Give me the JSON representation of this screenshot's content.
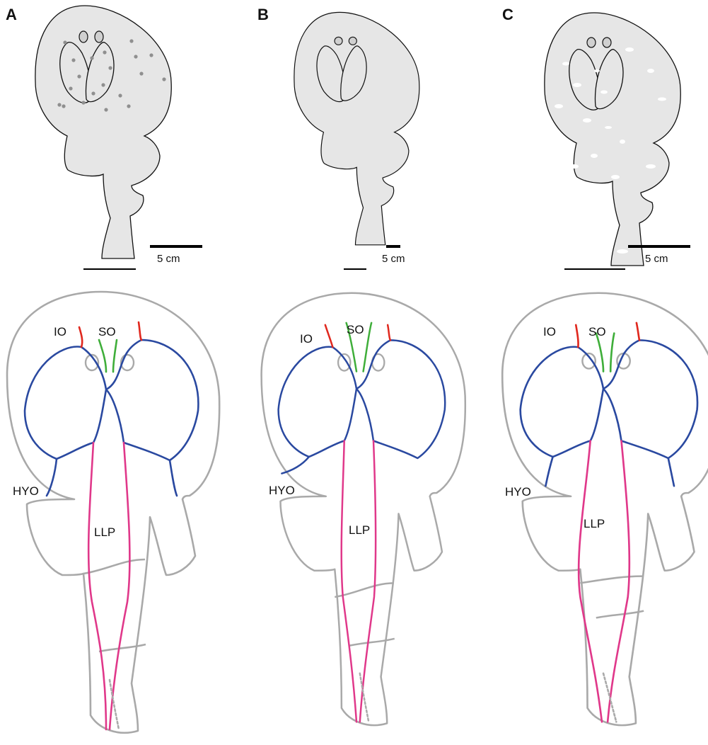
{
  "figure": {
    "panels": [
      {
        "letter": "A",
        "scale_label": "5 cm",
        "spots": "dots"
      },
      {
        "letter": "B",
        "scale_label": "5 cm",
        "spots": "none"
      },
      {
        "letter": "C",
        "scale_label": "5 cm",
        "spots": "white-marbling"
      }
    ],
    "canal_labels": {
      "infraorbital": "IO",
      "supraorbital": "SO",
      "hyomandibular": "HYO",
      "posterior_lateral_line": "LLP"
    },
    "colors": {
      "infraorbital": "#e0281e",
      "supraorbital": "#3fae3a",
      "hyomandibular": "#2a49a0",
      "posterior_lateral_line": "#e0388a",
      "body_fill": "#e6e6e6",
      "diagram_outline": "#a9a9a9"
    }
  }
}
